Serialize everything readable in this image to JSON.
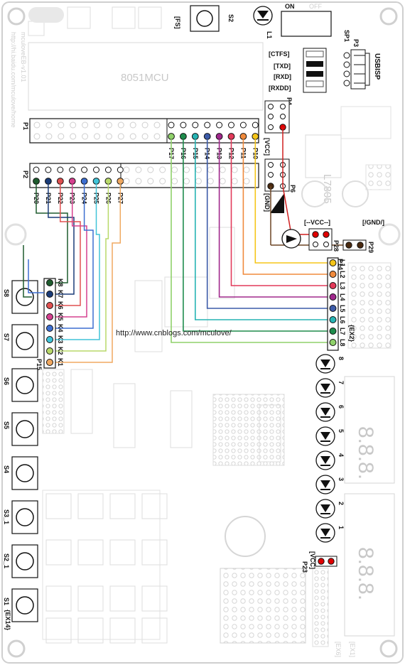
{
  "board": {
    "mcu_label": "8051MCU",
    "url_text": "http://hi.baidu.com/mculove/home",
    "watermark": "http://www.cnblogs.com/mculove/",
    "version_text": "mculoveEB-v1.01",
    "regulator_label": "L7805",
    "usbisp_label": "USBISP"
  },
  "top": {
    "fs_label": "[FS]",
    "s2_label": "S2",
    "l1_label": "L1",
    "on_label": "ON",
    "off_label": "OFF",
    "sp1_label": "SP1",
    "p3_label": "P3",
    "uart_labels": [
      "[CTFS]",
      "[TXD]",
      "[RXD]",
      "[RXDD]"
    ],
    "p4_label": "P4",
    "vcc_label": "[VCC]",
    "p6_label": "P6",
    "gnd_label": "[GND]",
    "vcc_header_label": "[--VCC--]",
    "gnd_header_label": "[/GND/]",
    "p28_label": "P28",
    "p29_label": "P29"
  },
  "headers": {
    "p1_label": "P1",
    "p2_label": "P2",
    "p1_pins": [
      "P17",
      "P16",
      "P15",
      "P14",
      "P13",
      "P12",
      "P11",
      "P10"
    ],
    "p2_pins": [
      "P20",
      "P21",
      "P22",
      "P23",
      "P24",
      "P25",
      "P26",
      "P27"
    ],
    "p1_colors": [
      "#8fd16a",
      "#1e8c4c",
      "#26b3b3",
      "#3c5ba8",
      "#a0288c",
      "#e23a5a",
      "#f08a3c",
      "#f5c518"
    ],
    "p2_colors": [
      "#1e5c2e",
      "#1a3c78",
      "#e05050",
      "#d6408f",
      "#3d6fd1",
      "#40c4d8",
      "#b8d96a",
      "#f0a860"
    ]
  },
  "leds": {
    "p14_label": "P14",
    "labels": [
      "L1",
      "L2",
      "L3",
      "L4",
      "L5",
      "L6",
      "L7",
      "L8"
    ],
    "colors": [
      "#f5c518",
      "#f08a3c",
      "#e23a5a",
      "#a0288c",
      "#3c5ba8",
      "#26b3b3",
      "#1e8c4c",
      "#8fd16a"
    ],
    "ex2_label": "{EX2}",
    "p23_label": "P23",
    "vcc_small": "[VCC]",
    "led_numbers": [
      "8",
      "7",
      "6",
      "5",
      "4",
      "3",
      "2",
      "1"
    ]
  },
  "keys": {
    "p15_label": "P15",
    "pin_labels": [
      "K8",
      "K7",
      "K6",
      "K5",
      "K4",
      "K3",
      "K2",
      "K1"
    ],
    "pin_colors": [
      "#1e5c2e",
      "#1a3c78",
      "#e05050",
      "#d6408f",
      "#3d6fd1",
      "#40c4d8",
      "#b8d96a",
      "#f0a860"
    ],
    "switches": [
      "S8",
      "S7",
      "S6",
      "S5",
      "S4",
      "S3_1",
      "S2_1",
      "S1"
    ],
    "ex14_label": "{EX14}"
  }
}
